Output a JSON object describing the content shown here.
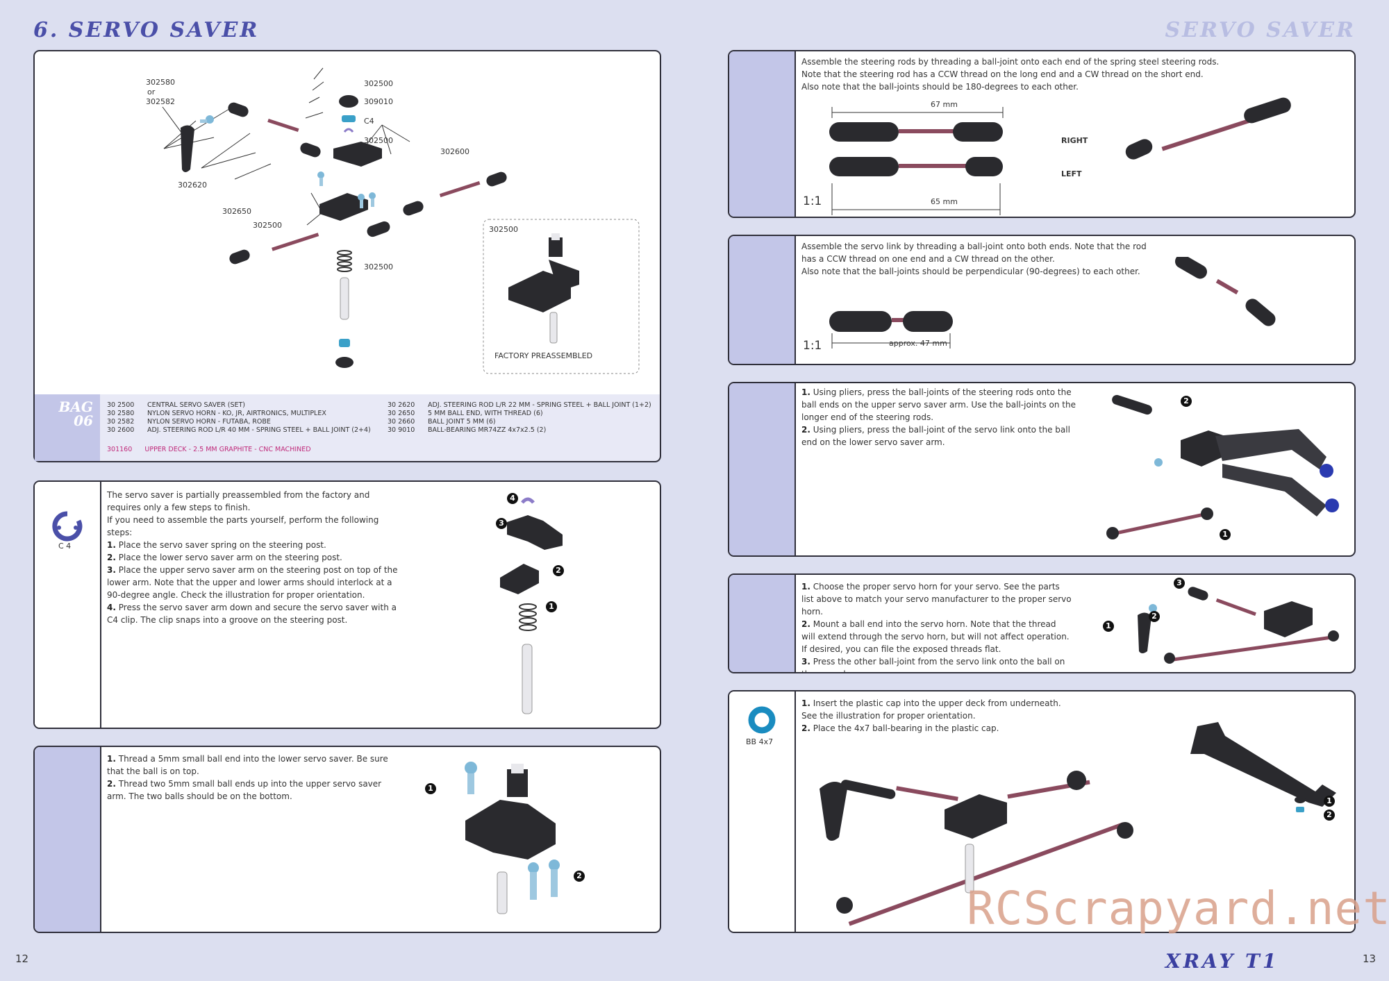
{
  "header": {
    "title_left": "6. SERVO SAVER",
    "title_right": "SERVO SAVER"
  },
  "footer": {
    "page_left": "12",
    "page_right": "13",
    "brand": "XRAY T1",
    "watermark": "RCScrapyard.net"
  },
  "diagram": {
    "labels": {
      "horn_a": "302580",
      "or": "or",
      "horn_b": "302582",
      "p1": "302500",
      "p2": "309010",
      "p3": "C4",
      "p4": "302500",
      "rod_left": "302620",
      "ball_end": "302650",
      "p5": "302500",
      "rod_right": "302600",
      "p6": "302500",
      "inset_label": "302500",
      "inset_caption": "FACTORY PREASSEMBLED"
    }
  },
  "bag": {
    "line1": "BAG",
    "line2": "06",
    "left_parts": [
      {
        "code": "30 2500",
        "desc": "CENTRAL SERVO SAVER  (SET)"
      },
      {
        "code": "30 2580",
        "desc": "NYLON SERVO HORN - KO, JR, AIRTRONICS, MULTIPLEX"
      },
      {
        "code": "30 2582",
        "desc": "NYLON SERVO HORN - FUTABA, ROBE"
      },
      {
        "code": "30 2600",
        "desc": "ADJ. STEERING ROD L/R 40 MM - SPRING STEEL + BALL JOINT (2+4)"
      }
    ],
    "right_parts": [
      {
        "code": "30 2620",
        "desc": "ADJ. STEERING ROD L/R 22 MM - SPRING STEEL + BALL JOINT (1+2)"
      },
      {
        "code": "30 2650",
        "desc": "5 MM BALL END, WITH THREAD  (6)"
      },
      {
        "code": "30 2660",
        "desc": "BALL JOINT 5 MM  (6)"
      },
      {
        "code": "30 9010",
        "desc": "BALL-BEARING MR74ZZ 4x7x2.5  (2)"
      }
    ],
    "upgrade": {
      "code": "301160",
      "desc": "UPPER DECK - 2.5 MM GRAPHITE - CNC MACHINED"
    }
  },
  "step_c4": {
    "icon_label": "C 4",
    "intro1": "The servo saver is partially preassembled from the factory and requires only a few steps to finish.",
    "intro2": "If you need to assemble the parts yourself, perform the following steps:",
    "s1n": "1.",
    "s1": "Place the servo saver spring on the steering post.",
    "s2n": "2.",
    "s2": "Place the lower servo saver arm on the steering post.",
    "s3n": "3.",
    "s3": "Place the upper servo saver arm on the steering post on top of the lower arm. Note that the upper and lower arms should interlock at a 90-degree angle. Check the illustration for proper orientation.",
    "s4n": "4.",
    "s4": "Press the servo saver arm down and secure the servo saver with a C4 clip. The clip snaps into a groove on the steering post.",
    "n1": "1",
    "n2": "2",
    "n3": "3",
    "n4": "4"
  },
  "step_balls": {
    "s1n": "1.",
    "s1": "Thread a 5mm small ball end into the lower servo saver. Be sure that the ball is on top.",
    "s2n": "2.",
    "s2": "Thread two 5mm small ball ends up into the upper servo saver arm. The two balls should be on the bottom.",
    "n1": "1",
    "n2": "2"
  },
  "step_rods": {
    "l1": "Assemble the steering rods by threading a ball-joint onto each end of the spring steel steering rods.",
    "l2": "Note that the steering rod has a CCW thread on the long end and a CW thread on the short end.",
    "l3": "Also note that the ball-joints should be 180-degrees to each other.",
    "dim_top": "67 mm",
    "dim_bottom": "65 mm",
    "right": "RIGHT",
    "left": "LEFT",
    "scale": "1:1"
  },
  "step_link": {
    "l1": "Assemble the servo link by threading a ball-joint onto both ends. Note that the rod",
    "l2": "has a CCW thread on one end and a CW thread on the other.",
    "l3": "Also note that the ball-joints should be perpendicular (90-degrees) to each other.",
    "dim": "approx. 47 mm",
    "scale": "1:1"
  },
  "step_pliers": {
    "s1n": "1.",
    "s1": "Using pliers, press the ball-joints of the steering rods onto the ball ends on the upper servo saver arm. Use the ball-joints on the longer end of the steering rods.",
    "s2n": "2.",
    "s2": "Using pliers, press the ball-joint of the servo link onto the ball end on the lower servo saver arm.",
    "n1": "1",
    "n2": "2"
  },
  "step_horn": {
    "s1n": "1.",
    "s1": "Choose the proper servo horn for your servo. See the parts list above to match your servo manufacturer to the proper servo horn.",
    "s2n": "2.",
    "s2": "Mount a ball end into the servo horn. Note that the thread will extend through the servo horn, but will not affect operation. If desired, you can file the exposed threads flat.",
    "s3n": "3.",
    "s3": "Press the other ball-joint from the servo link onto the ball on the servo horn.",
    "n1": "1",
    "n2": "2",
    "n3": "3"
  },
  "step_deck": {
    "icon_label": "BB 4x7",
    "s1n": "1.",
    "s1": "Insert the plastic cap into the upper deck from underneath. See the illustration for proper orientation.",
    "s2n": "2.",
    "s2": "Place the 4x7 ball-bearing in the plastic cap.",
    "n1": "1",
    "n2": "2"
  },
  "colors": {
    "accent": "#4a4fa8",
    "strip": "#c3c6e8",
    "background": "#dcdff0",
    "rod": "#8a4a5e",
    "part": "#2a2a2e",
    "upgrade": "#c02a7a"
  }
}
